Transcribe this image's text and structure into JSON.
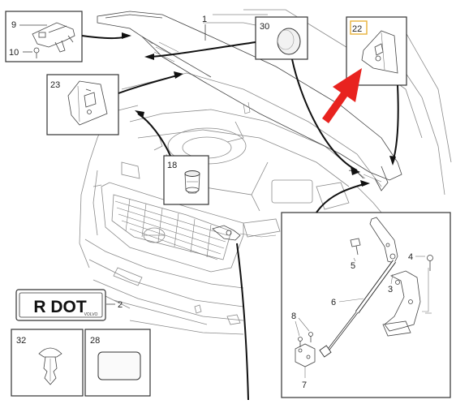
{
  "callouts": {
    "c1": "1",
    "c2": "2",
    "c3": "3",
    "c4": "4",
    "c5": "5",
    "c6": "6",
    "c7": "7",
    "c8": "8",
    "c9": "9",
    "c10": "10",
    "c18": "18",
    "c22": "22",
    "c23": "23",
    "c28": "28",
    "c30": "30",
    "c32": "32"
  },
  "badge": {
    "main": "R DOT",
    "brand": "VOLVO"
  },
  "colors": {
    "arrow": "#e8231f",
    "highlight": "#e8b23a",
    "lines": "#222222"
  }
}
